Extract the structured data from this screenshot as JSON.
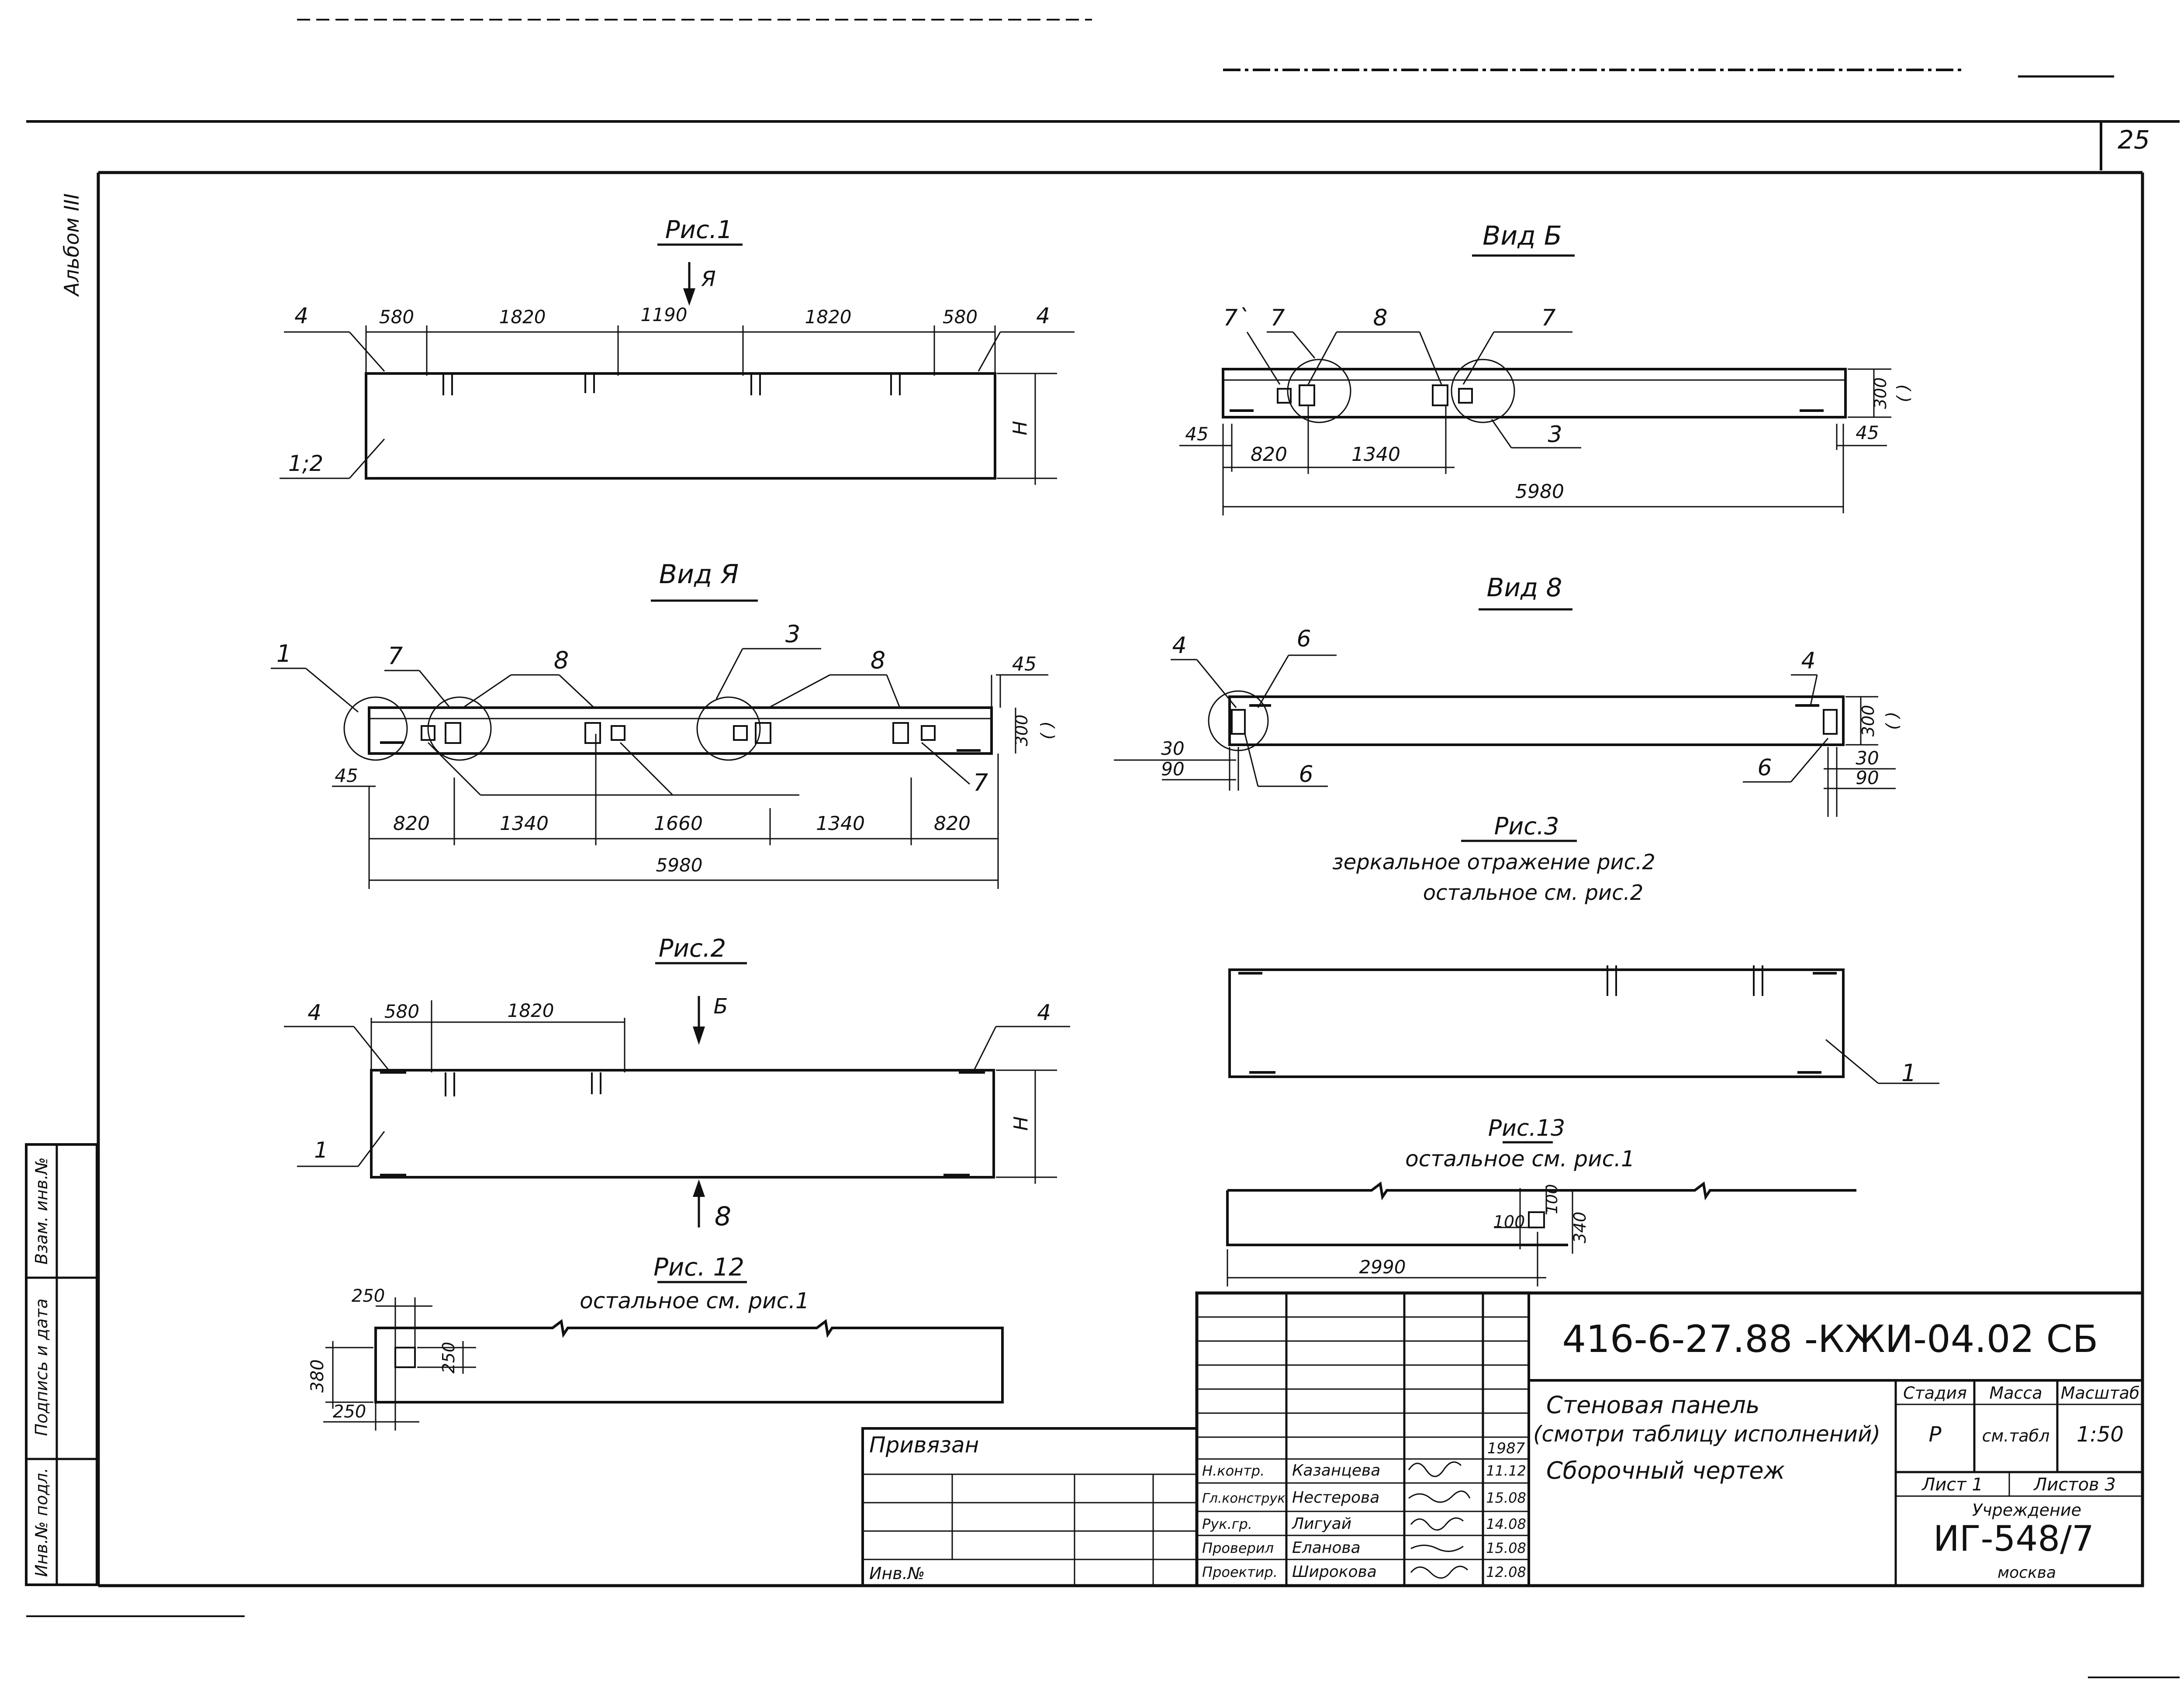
{
  "page_number": "25",
  "album_label": "Альбом III",
  "figures": {
    "fig1": {
      "title": "Рис.1",
      "view_arrow_label": "Я",
      "dims": [
        "580",
        "1820",
        "1190",
        "1820",
        "580"
      ],
      "height_label": "H",
      "leader_labels": [
        "4",
        "4",
        "1;2"
      ]
    },
    "vidA": {
      "title": "Вид Я",
      "dims": [
        "820",
        "1340",
        "1660",
        "1340",
        "820"
      ],
      "overall": "5980",
      "right_dims": [
        "45",
        "300",
        "( )"
      ],
      "left_dim": "45",
      "callouts": [
        "1",
        "7",
        "8",
        "3",
        "8",
        "7"
      ]
    },
    "fig2": {
      "title": "Рис.2",
      "dims": [
        "580",
        "1820"
      ],
      "view_b_label": "Б",
      "view_v_label": "8",
      "height_label": "H",
      "leader_labels": [
        "4",
        "4",
        "1"
      ]
    },
    "fig12": {
      "title": "Рис. 12",
      "note": "остальное см. рис.1",
      "dims": [
        "250",
        "380",
        "250",
        "250"
      ]
    },
    "vidB": {
      "title": "Вид Б",
      "dims": [
        "820",
        "1340"
      ],
      "overall": "5980",
      "side_dims": [
        "45",
        "45",
        "300",
        "( )"
      ],
      "callouts": [
        "7`",
        "7",
        "8",
        "7",
        "3"
      ]
    },
    "vidV": {
      "title": "Вид 8",
      "left_dims": [
        "30",
        "90"
      ],
      "right_dims": [
        "30",
        "90"
      ],
      "right_dim": "300",
      "right_paren": "( )",
      "callouts": [
        "4",
        "6",
        "4",
        "6",
        "6"
      ]
    },
    "fig3": {
      "title": "Рис.3",
      "note_line1": "зеркальное отражение рис.2",
      "note_line2": "остальное см. рис.2",
      "leader_label": "1"
    },
    "fig13": {
      "title": "Рис.13",
      "note": "остальное см. рис.1",
      "dims": [
        "100",
        "100",
        "340",
        "2990"
      ]
    }
  },
  "stamp": {
    "binding_label": "Привязан",
    "inv_label": "Инв.№",
    "code": "416-6-27.88 -КЖИ-04.02 СБ",
    "title_line1": "Стеновая панель",
    "title_line2": "(смотри таблицу исполнений)",
    "title_line3": "Сборочный чертеж",
    "col_headers": [
      "Стадия",
      "Масса",
      "Масштаб"
    ],
    "values": [
      "Р",
      "см.табл",
      "1:50"
    ],
    "sheet_label": "Лист 1",
    "sheets_label": "Листов 3",
    "org_label": "Учреждение",
    "org_code": "ИГ-548/7",
    "city": "москва",
    "year": "1987",
    "roles": [
      {
        "role": "Н.контр.",
        "name": "Казанцева",
        "date": "11.12"
      },
      {
        "role": "Гл.конструк.",
        "name": "Нестерова",
        "date": "15.08"
      },
      {
        "role": "Рук.гр.",
        "name": "Лигуай",
        "date": "14.08"
      },
      {
        "role": "Проверил",
        "name": "Еланова",
        "date": "15.08"
      },
      {
        "role": "Проектир.",
        "name": "Широкова",
        "date": "12.08"
      }
    ]
  },
  "side_stamp": [
    "Инв.№ подл.",
    "Подпись и дата",
    "Взам. инв.№"
  ]
}
